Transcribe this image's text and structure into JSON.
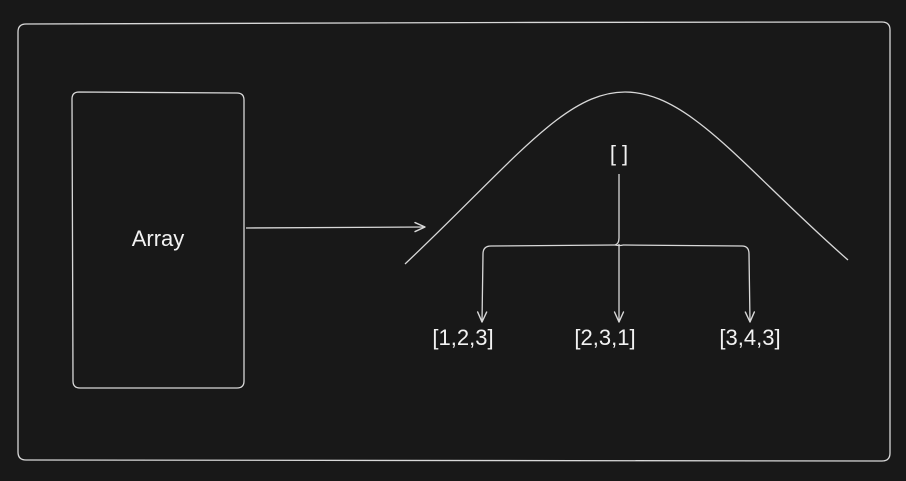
{
  "diagram": {
    "source_node": {
      "label": "Array"
    },
    "root_node": {
      "label": "[ ]"
    },
    "child_nodes": [
      {
        "label": "[1,2,3]"
      },
      {
        "label": "[2,3,1]"
      },
      {
        "label": "[3,4,3]"
      }
    ]
  },
  "colors": {
    "background": "#181818",
    "stroke": "#d8d8d8",
    "text": "#f2f2f2"
  }
}
